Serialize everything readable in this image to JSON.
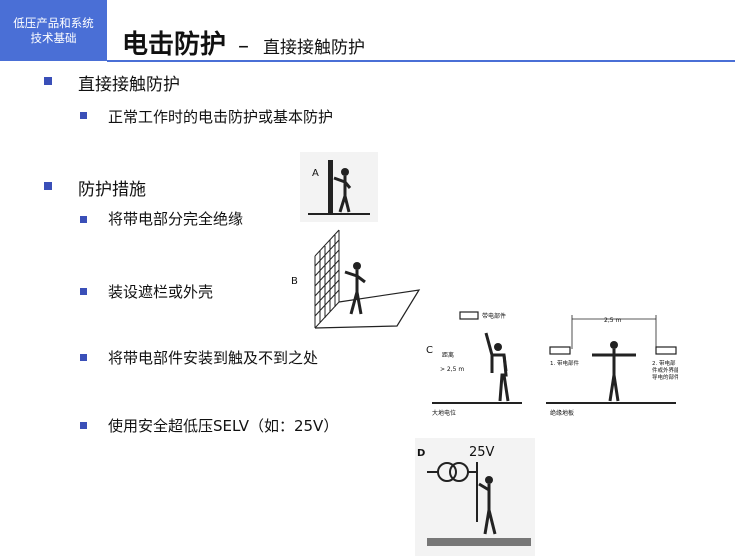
{
  "header": {
    "course_line1": "低压产品和系统",
    "course_line2": "技术基础",
    "title": "电击防护",
    "separator": "–",
    "subtitle": "直接接触防护"
  },
  "sections": [
    {
      "heading": "直接接触防护",
      "items": [
        "正常工作时的电击防护或基本防护"
      ]
    },
    {
      "heading": "防护措施",
      "items": [
        "将带电部分完全绝缘",
        "装设遮栏或外壳",
        "将带电部件安装到触及不到之处",
        "使用安全超低压SELV（如：25V）"
      ]
    }
  ],
  "figures": {
    "A": {
      "letter": "A"
    },
    "B": {
      "letter": "B"
    },
    "C": {
      "letter": "C",
      "live_part_1": "带电部件",
      "distance_label": "距离",
      "distance_value": "> 2,5 m",
      "ground_label": "大地电位",
      "span_label": "2,5 m",
      "live_part_2": "1. 带电部件",
      "note_2_line1": "2. 带电部",
      "note_2_line2": "件或外界能",
      "note_2_line3": "导电的部件",
      "floor_label": "绝缘地板"
    },
    "D": {
      "letter": "D",
      "voltage": "25V"
    }
  }
}
